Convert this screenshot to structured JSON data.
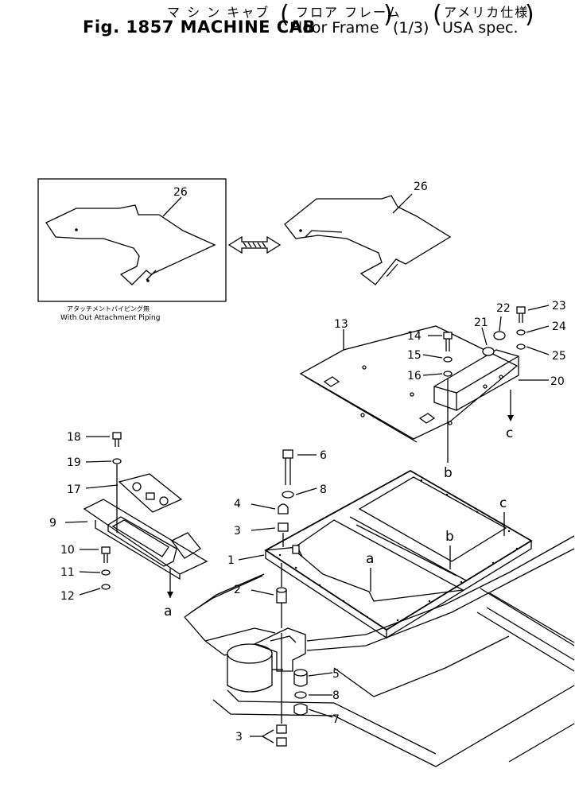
{
  "title": {
    "jp_machine_cab": "マ シ ン キャブ",
    "jp_floor_frame": "フロア フレーム",
    "jp_usa": "アメリカ仕様",
    "fig_label": "Fig. 1857 MACHINE CAB",
    "floor_frame": "Floor Frame",
    "page": "(1/3)",
    "usa_spec": "USA spec."
  },
  "inset": {
    "caption_jp": "アタッチメントパイピング無",
    "caption_en": "With Out Attachment Piping",
    "part_no": "26"
  },
  "callouts": [
    {
      "id": "26",
      "name": "part-26-main"
    },
    {
      "id": "13"
    },
    {
      "id": "14"
    },
    {
      "id": "15"
    },
    {
      "id": "16"
    },
    {
      "id": "21"
    },
    {
      "id": "22"
    },
    {
      "id": "23"
    },
    {
      "id": "24"
    },
    {
      "id": "25"
    },
    {
      "id": "20"
    },
    {
      "id": "18"
    },
    {
      "id": "19"
    },
    {
      "id": "17"
    },
    {
      "id": "9"
    },
    {
      "id": "10"
    },
    {
      "id": "11"
    },
    {
      "id": "12"
    },
    {
      "id": "6"
    },
    {
      "id": "8"
    },
    {
      "id": "4"
    },
    {
      "id": "3"
    },
    {
      "id": "1"
    },
    {
      "id": "2"
    },
    {
      "id": "5"
    },
    {
      "id": "8b"
    },
    {
      "id": "7"
    },
    {
      "id": "3b"
    }
  ],
  "labels": {
    "p26": "26",
    "p13": "13",
    "p14": "14",
    "p15": "15",
    "p16": "16",
    "p21": "21",
    "p22": "22",
    "p23": "23",
    "p24": "24",
    "p25": "25",
    "p20": "20",
    "p18": "18",
    "p19": "19",
    "p17": "17",
    "p9": "9",
    "p10": "10",
    "p11": "11",
    "p12": "12",
    "p6": "6",
    "p8": "8",
    "p4": "4",
    "p3": "3",
    "p1": "1",
    "p2": "2",
    "p5": "5",
    "p7": "7"
  },
  "refs": {
    "a": "a",
    "b": "b",
    "c": "c"
  }
}
